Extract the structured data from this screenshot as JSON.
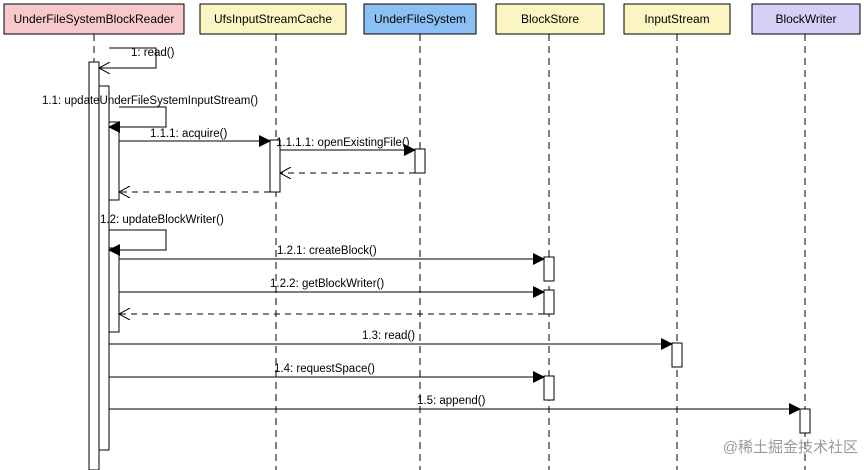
{
  "participants": [
    {
      "id": "reader",
      "label": "UnderFileSystemBlockReader",
      "fill": "#f8c9cc"
    },
    {
      "id": "cache",
      "label": "UfsInputStreamCache",
      "fill": "#fbf5c2"
    },
    {
      "id": "ufs",
      "label": "UnderFileSystem",
      "fill": "#8cc0f5"
    },
    {
      "id": "store",
      "label": "BlockStore",
      "fill": "#fbf5c2"
    },
    {
      "id": "input",
      "label": "InputStream",
      "fill": "#fbf5c2"
    },
    {
      "id": "writer",
      "label": "BlockWriter",
      "fill": "#d5d0f5"
    }
  ],
  "messages": [
    {
      "id": "m1",
      "label": "1: read()"
    },
    {
      "id": "m2",
      "label": "1.1: updateUnderFileSystemInputStream()"
    },
    {
      "id": "m3",
      "label": "1.1.1: acquire()"
    },
    {
      "id": "m4",
      "label": "1.1.1.1: openExistingFile()"
    },
    {
      "id": "m5",
      "label": "1.2: updateBlockWriter()"
    },
    {
      "id": "m6",
      "label": "1.2.1: createBlock()"
    },
    {
      "id": "m7",
      "label": "1.2.2: getBlockWriter()"
    },
    {
      "id": "m8",
      "label": "1.3: read()"
    },
    {
      "id": "m9",
      "label": "1.4: requestSpace()"
    },
    {
      "id": "m10",
      "label": "1.5: append()"
    }
  ],
  "watermark": "@稀土掘金技术社区"
}
